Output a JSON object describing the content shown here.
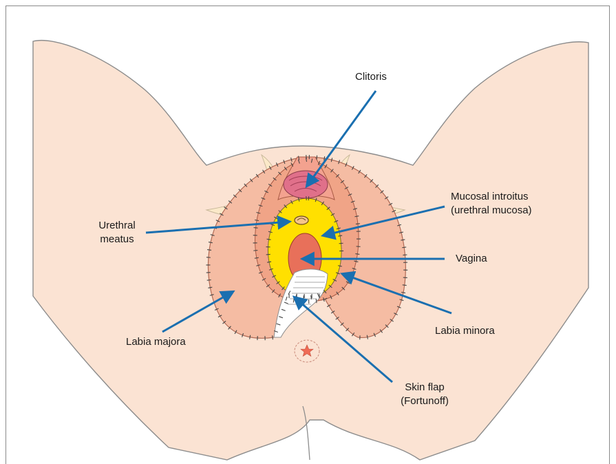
{
  "labels": {
    "clitoris": "Clitoris",
    "mucosal_introitus": [
      "Mucosal introitus",
      "(urethral mucosa)"
    ],
    "urethral_meatus": [
      "Urethral",
      "meatus"
    ],
    "vagina": "Vagina",
    "labia_minora": "Labia minora",
    "labia_majora": "Labia majora",
    "skin_flap": [
      "Skin flap",
      "(Fortunoff)"
    ]
  },
  "colors": {
    "skin": "#fbe3d3",
    "labia_majora": "#f5bca3",
    "labia_minora": "#f0a487",
    "mucosa": "#ffe000",
    "vagina": "#e8705a",
    "clitoris": "#e0708a",
    "arrow": "#1a6fb0",
    "outline": "#8c8c8c",
    "suture": "#444444",
    "anus_star": "#ef6b55"
  }
}
